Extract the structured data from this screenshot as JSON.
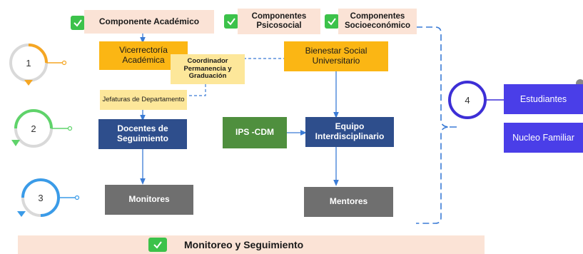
{
  "components": {
    "academico": "Componente Académico",
    "psicosocial": "Componentes Psicosocial",
    "socioeconomico": "Componentes Socioeconómico"
  },
  "nodes": {
    "vicerrectoria": "Vicerrectoría Académica",
    "coordinador": "Coordinador Permanencia y Graduación",
    "jefaturas": "Jefaturas de Departamento",
    "bienestar": "Bienestar Social Universitario",
    "docentes": "Docentes de Seguimiento",
    "ips": "IPS -CDM",
    "equipo": "Equipo Interdisciplinario",
    "monitores": "Monitores",
    "mentores": "Mentores",
    "estudiantes": "Estudiantes",
    "nucleo": "Nucleo Familiar"
  },
  "steps": [
    "1",
    "2",
    "3",
    "4"
  ],
  "footer": "Monitoreo y Seguimiento",
  "colors": {
    "orange_step": "#f5a623",
    "green_step": "#5fd36a",
    "blue_step": "#3a9be8",
    "purple_step": "#3d2fd6",
    "check": "#3cc24a"
  }
}
